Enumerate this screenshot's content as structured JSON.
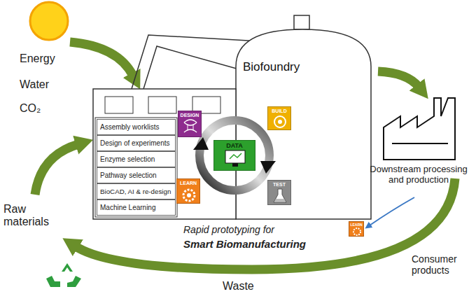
{
  "diagram": {
    "nodes": [
      {
        "text": [
          "Biofoundry"
        ]
      },
      {
        "text": [
          "Assembly worklists"
        ]
      },
      {
        "text": [
          "Design of experiments"
        ]
      },
      {
        "text": [
          "Enzyme selection"
        ]
      },
      {
        "text": [
          "Pathway selection"
        ]
      },
      {
        "text": [
          "BioCAD, AI & re-design"
        ]
      },
      {
        "text": [
          "Machine Learning"
        ]
      },
      {
        "text": [
          "DESIGN"
        ]
      },
      {
        "text": [
          "DATA"
        ]
      },
      {
        "text": [
          "BUILD"
        ]
      },
      {
        "text": [
          "LEARN"
        ]
      },
      {
        "text": [
          "TEST"
        ]
      },
      {
        "text": [
          "LEARN"
        ]
      }
    ],
    "labels": [
      "Energy",
      "Water",
      "CO₂",
      "Raw materials",
      "Downstream processing and production",
      "Consumer products",
      "Waste",
      "Rapid prototyping for",
      "Smart Biomanufacturing"
    ]
  }
}
